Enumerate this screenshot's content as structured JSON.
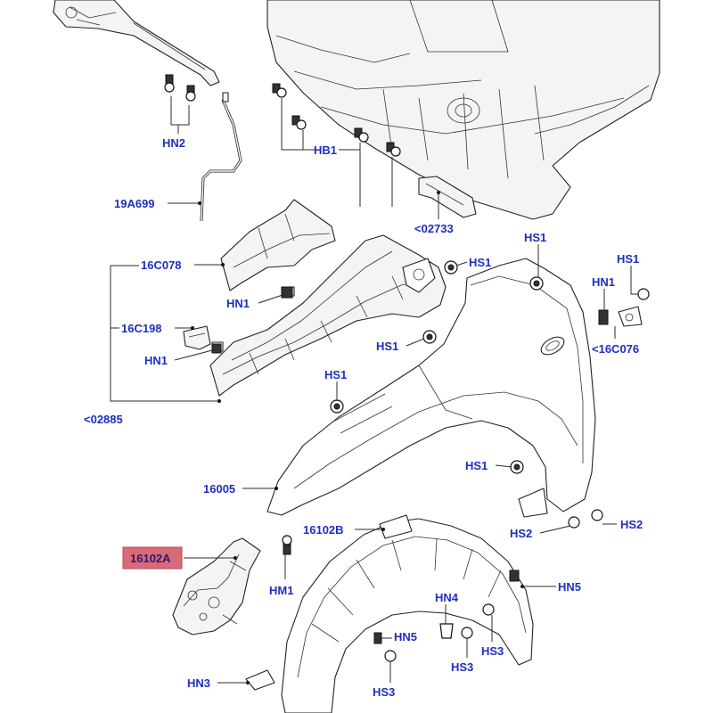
{
  "colors": {
    "callout_text": "#1f2fbf",
    "highlight_fill": "#d96a78",
    "highlight_text": "#2a1a6e",
    "line_art": "#222222",
    "background": "#ffffff"
  },
  "callouts": {
    "hn2": "HN2",
    "hb1": "HB1",
    "p19a699": "19A699",
    "p02733": "<02733",
    "p16c078": "16C078",
    "hn1_a": "HN1",
    "hs1_a": "HS1",
    "hs1_b": "HS1",
    "hs1_c": "HS1",
    "hs1_d": "HS1",
    "hs1_e": "HS1",
    "hs1_f": "HS1",
    "hn1_b": "HN1",
    "p16c198": "16C198",
    "hn1_c": "HN1",
    "p16c076": "<16C076",
    "p02885": "<02885",
    "p16005": "16005",
    "p16102b": "16102B",
    "hs2_a": "HS2",
    "hs2_b": "HS2",
    "p16102a": "16102A",
    "hm1": "HM1",
    "hn5_a": "HN5",
    "hn4": "HN4",
    "hn5_b": "HN5",
    "hs3_a": "HS3",
    "hs3_b": "HS3",
    "hs3_c": "HS3",
    "hn3": "HN3"
  },
  "highlighted_part": "16102A"
}
